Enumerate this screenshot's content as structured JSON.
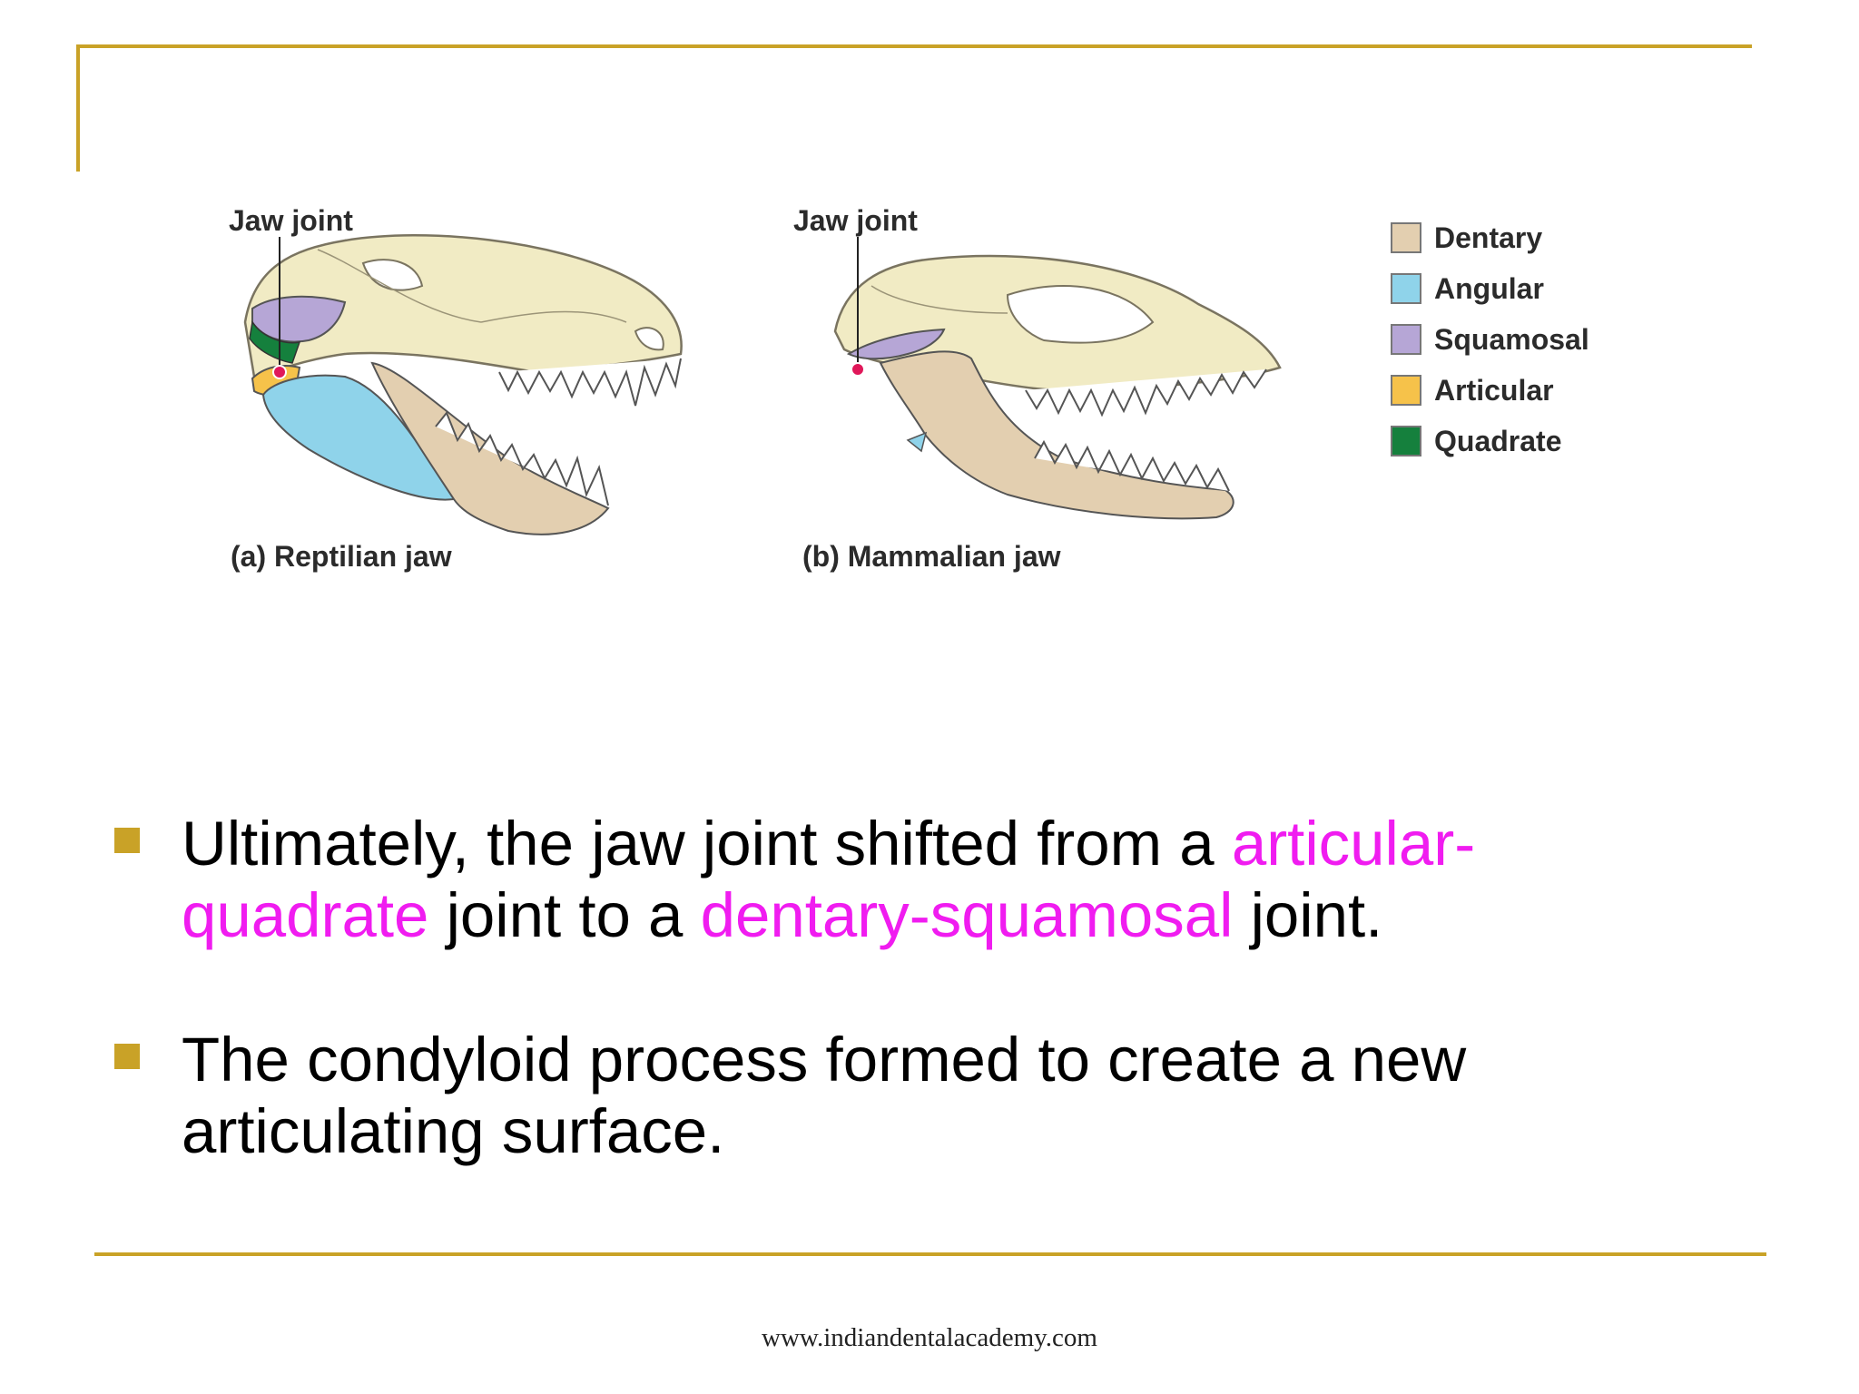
{
  "colors": {
    "frame": "#c9a227",
    "highlight": "#f01cf0",
    "dentary": "#e3cfb0",
    "angular": "#8fd3ea",
    "squamosal": "#b6a6d6",
    "articular": "#f6c24a",
    "quadrate": "#15803d",
    "skull": "#f1ebc4",
    "joint": "#e0185a"
  },
  "figure": {
    "reptilian": {
      "joint_label": "Jaw joint",
      "caption": "(a) Reptilian jaw"
    },
    "mammalian": {
      "joint_label": "Jaw joint",
      "caption": "(b) Mammalian jaw"
    },
    "legend": [
      {
        "label": "Dentary",
        "color": "#e3cfb0"
      },
      {
        "label": "Angular",
        "color": "#8fd3ea"
      },
      {
        "label": "Squamosal",
        "color": "#b6a6d6"
      },
      {
        "label": "Articular",
        "color": "#f6c24a"
      },
      {
        "label": "Quadrate",
        "color": "#15803d"
      }
    ]
  },
  "bullets": [
    {
      "p1": "Ultimately, the jaw joint shifted from a ",
      "h1": "articular-quadrate",
      "p2": " joint to a ",
      "h2": "dentary-squamosal",
      "p3": " joint."
    },
    {
      "text": "The condyloid process formed to create a new articulating surface."
    }
  ],
  "footer": "www.indiandentalacademy.com"
}
